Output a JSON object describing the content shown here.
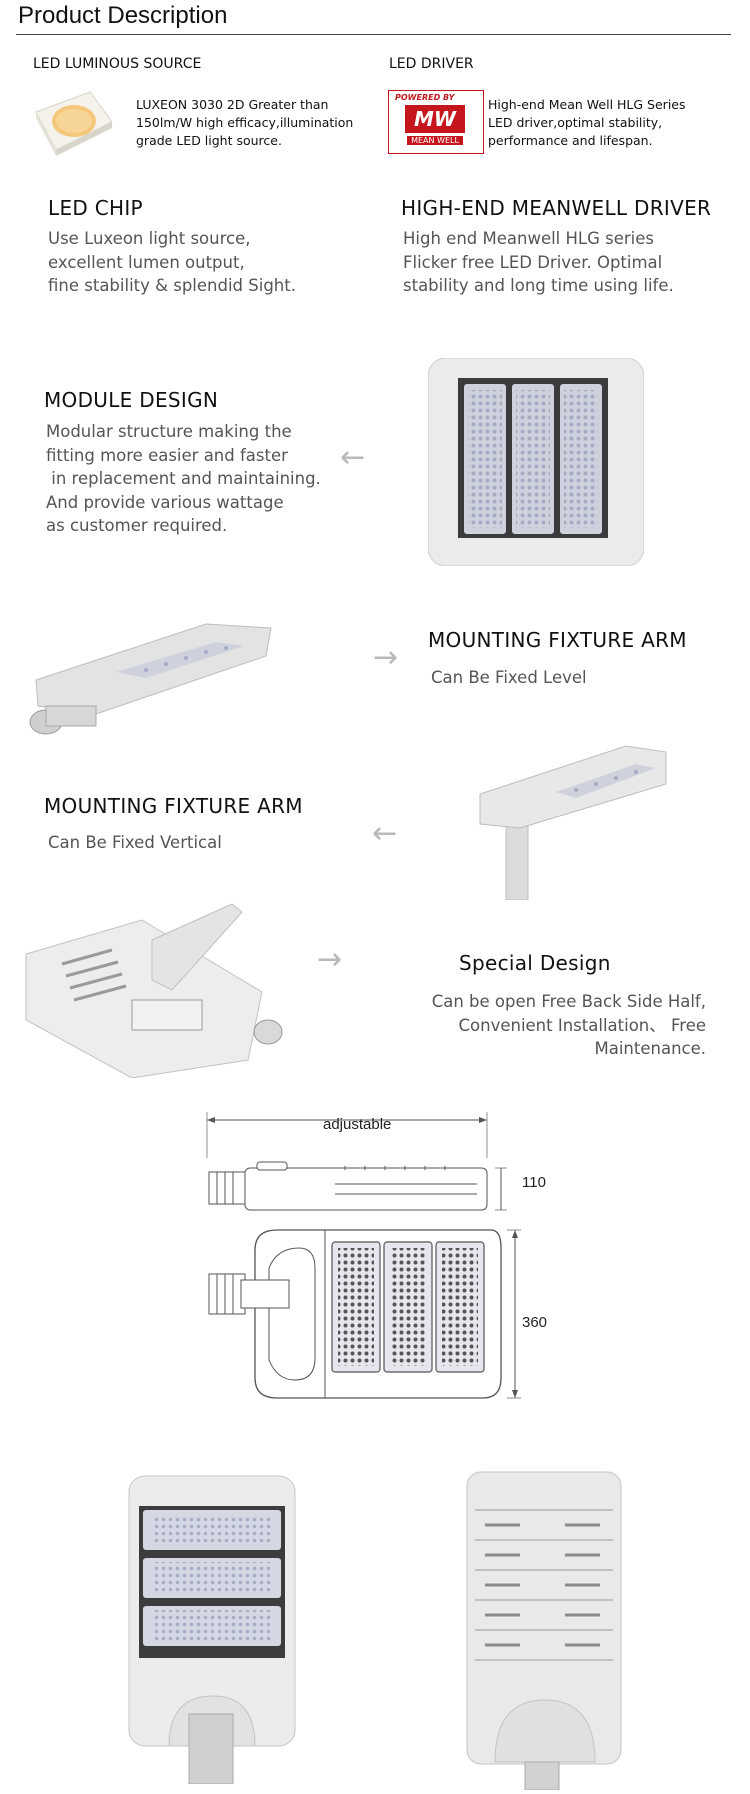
{
  "header": {
    "title": "Product Description"
  },
  "features": {
    "led_source": {
      "heading": "LED LUMINOUS SOURCE",
      "text": "LUXEON 3030 2D Greater than 150lm/W high efficacy,illumination grade LED light source."
    },
    "led_driver": {
      "heading": "LED DRIVER",
      "logo_top": "POWERED BY",
      "logo_mid": "MW",
      "logo_bottom": "MEAN WELL",
      "text": "High-end Mean Well HLG Series LED driver,optimal stability, performance and lifespan."
    }
  },
  "chip": {
    "title": "LED CHIP",
    "line1": "Use Luxeon light source,",
    "line2": "excellent lumen output,",
    "line3": "fine stability & splendid Sight."
  },
  "driver": {
    "title": "HIGH-END MEANWELL DRIVER",
    "line1": "High end Meanwell HLG series",
    "line2": "Flicker free LED Driver. Optimal",
    "line3": "stability and long time using life."
  },
  "module": {
    "title": "MODULE DESIGN",
    "line1": "Modular structure making the",
    "line2": "fitting more easier and faster",
    "line3": " in replacement and maintaining.",
    "line4": "And provide various wattage",
    "line5": "as customer required."
  },
  "arm_level": {
    "title": "MOUNTING FIXTURE ARM",
    "subtitle": "Can Be Fixed Level"
  },
  "arm_vertical": {
    "title": "MOUNTING FIXTURE ARM",
    "subtitle": "Can Be Fixed Vertical"
  },
  "special": {
    "title": "Special Design",
    "line1": "Can be open Free Back Side Half,",
    "line2": "Convenient Installation、 Free Maintenance."
  },
  "drawing": {
    "adjustable": "adjustable",
    "height": "110",
    "length": "360"
  },
  "icons": {
    "arrow": "←",
    "arrow_right": "→"
  }
}
